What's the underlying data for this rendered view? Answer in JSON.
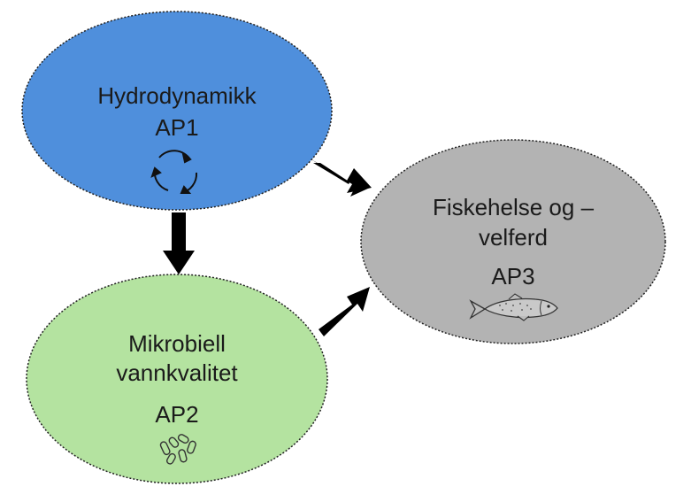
{
  "nodes": {
    "hydro": {
      "title": "Hydrodynamikk",
      "code": "AP1",
      "fill": "#4f8fdc",
      "icon": "circular-arrows-icon"
    },
    "micro": {
      "title_line1": "Mikrobiell",
      "title_line2": "vannkvalitet",
      "code": "AP2",
      "fill": "#b4e3a0",
      "icon": "bacteria-icon"
    },
    "fish": {
      "title_line1": "Fiskehelse og –",
      "title_line2": "velferd",
      "code": "AP3",
      "fill": "#b3b3b3",
      "icon": "fish-icon"
    }
  },
  "edges": [
    {
      "from": "hydro",
      "to": "fish"
    },
    {
      "from": "hydro",
      "to": "micro"
    },
    {
      "from": "micro",
      "to": "fish"
    }
  ],
  "colors": {
    "arrow": "#000000",
    "outline": "#222222"
  }
}
